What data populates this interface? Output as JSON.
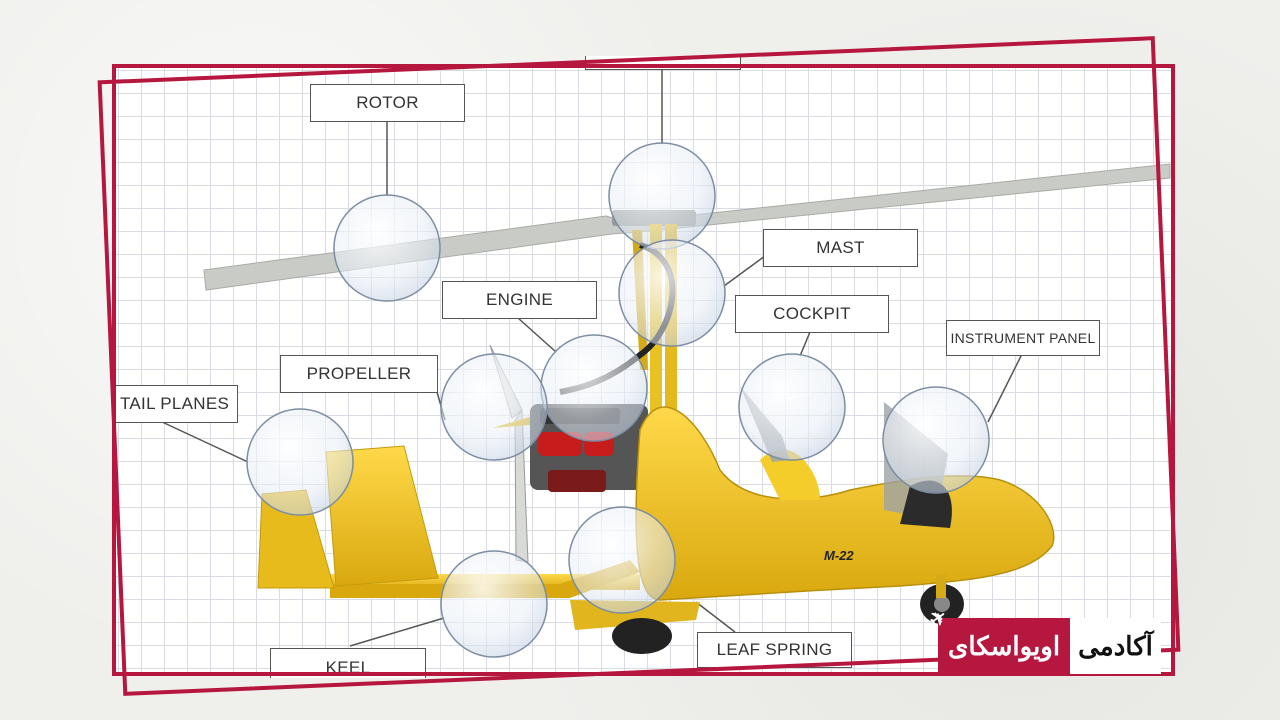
{
  "labels": {
    "rotor": "ROTOR",
    "mast": "MAST",
    "engine": "ENGINE",
    "cockpit": "COCKPIT",
    "instrument_panel": "INSTRUMENT PANEL",
    "propeller": "PROPELLER",
    "tail_planes": "TAIL PLANES",
    "keel": "KEEL",
    "leaf_spring": "LEAF SPRING"
  },
  "aircraft_marking": "M-22",
  "brand": {
    "word_red": "اویواسکای",
    "word_white": "آکادمی"
  },
  "colors": {
    "frame": "#b5173f",
    "fuselage": "#f2c21f",
    "rotor_blade": "#c9cbc6"
  }
}
